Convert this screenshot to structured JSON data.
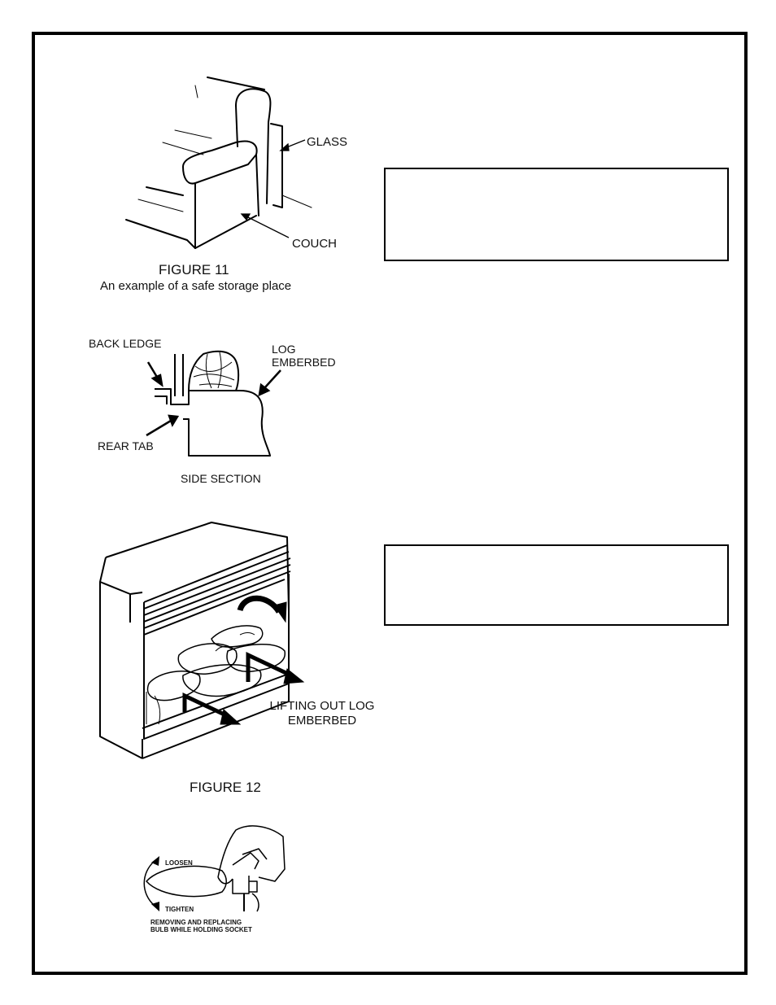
{
  "figure11": {
    "label_glass": "GLASS",
    "label_couch": "COUCH",
    "title": "FIGURE 11",
    "caption": "An example of a safe storage place"
  },
  "side_section": {
    "label_back_ledge": "BACK LEDGE",
    "label_log_line1": "LOG",
    "label_log_line2": "EMBERBED",
    "label_rear_tab": "REAR TAB",
    "caption": "SIDE SECTION"
  },
  "figure12": {
    "label_line1": "LIFTING OUT LOG",
    "label_line2": "EMBERBED",
    "title": "FIGURE 12"
  },
  "bulb": {
    "label_loosen": "LOOSEN",
    "label_tighten": "TIGHTEN",
    "caption_line1": "REMOVING AND REPLACING",
    "caption_line2": "BULB WHILE HOLDING SOCKET"
  },
  "colors": {
    "ink": "#000000",
    "paper": "#ffffff"
  }
}
